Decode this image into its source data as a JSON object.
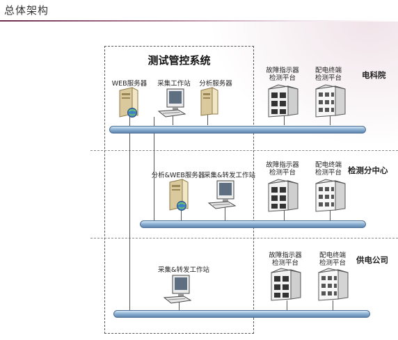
{
  "header": {
    "title": "总体架构"
  },
  "boundary": {
    "title": "测试管控系统"
  },
  "tiers": [
    {
      "name": "电科院",
      "devices": [
        {
          "label": "WEB服务器",
          "icon": "web-server-icon"
        },
        {
          "label": "采集工作站",
          "icon": "workstation-icon"
        },
        {
          "label": "分析服务器",
          "icon": "server-icon"
        },
        {
          "label_line1": "故障指示器",
          "label_line2": "检测平台",
          "icon": "platform-rack-icon"
        },
        {
          "label_line1": "配电终端",
          "label_line2": "检测平台",
          "icon": "platform-building-icon"
        }
      ]
    },
    {
      "name": "检测分中心",
      "devices": [
        {
          "label": "分析&WEB服务器",
          "icon": "web-server-icon"
        },
        {
          "label": "采集&转发工作站",
          "icon": "workstation-icon"
        },
        {
          "label_line1": "故障指示器",
          "label_line2": "检测平台",
          "icon": "platform-rack-icon"
        },
        {
          "label_line1": "配电终端",
          "label_line2": "检测平台",
          "icon": "platform-building-icon"
        }
      ]
    },
    {
      "name": "供电公司",
      "devices": [
        {
          "label": "采集&转发工作站",
          "icon": "workstation-icon"
        },
        {
          "label_line1": "故障指示器",
          "label_line2": "检测平台",
          "icon": "platform-rack-icon"
        },
        {
          "label_line1": "配电终端",
          "label_line2": "检测平台",
          "icon": "platform-building-icon"
        }
      ]
    }
  ],
  "colors": {
    "bus_top": "#d7e7f5",
    "bus_bottom": "#5f86b0",
    "header_rule": "#6b2a4a",
    "server_beige": "#e9dcb6"
  }
}
